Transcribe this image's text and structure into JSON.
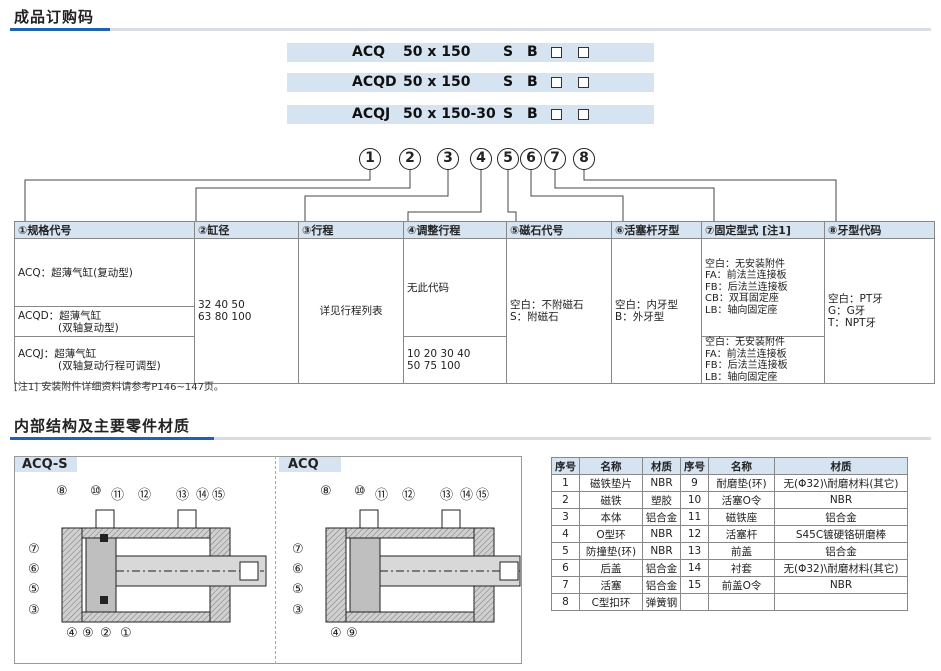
{
  "section1": {
    "title": "成品订购码"
  },
  "codes": [
    {
      "model": "ACQ",
      "size": "50 x 150",
      "s": "S",
      "b": "B"
    },
    {
      "model": "ACQD",
      "size": "50 x 150",
      "s": "S",
      "b": "B"
    },
    {
      "model": "ACQJ",
      "size": "50 x 150-30",
      "s": "S",
      "b": "B"
    }
  ],
  "circle_numbers": [
    "1",
    "2",
    "3",
    "4",
    "5",
    "6",
    "7",
    "8"
  ],
  "spec_table": {
    "headers": [
      "①规格代号",
      "②缸径",
      "③行程",
      "④调整行程",
      "⑤磁石代号",
      "⑥活塞杆牙型",
      "⑦固定型式 [注1]",
      "⑧牙型代码"
    ],
    "model_rows": [
      {
        "code": "ACQ：超薄气缸(复动型)"
      },
      {
        "code": "ACQD：超薄气缸",
        "sub": "(双轴复动型)"
      },
      {
        "code": "ACQJ：超薄气缸",
        "sub": "(双轴复动行程可调型)"
      }
    ],
    "bore_line1": "32 40 50",
    "bore_line2": "63 80 100",
    "stroke": "详见行程列表",
    "adjust_none": "无此代码",
    "adjust_line1": "10 20 30 40",
    "adjust_line2": "50 75 100",
    "magnet_line1": "空白：不附磁石",
    "magnet_line2": "S：附磁石",
    "rod_line1": "空白：内牙型",
    "rod_line2": "B：外牙型",
    "mount_a": [
      "空白：无安装附件",
      "FA：前法兰连接板",
      "FB：后法兰连接板",
      "CB：双耳固定座",
      "LB：轴向固定座"
    ],
    "mount_b": [
      "空白：无安装附件",
      "FA：前法兰连接板",
      "FB：后法兰连接板",
      "LB：轴向固定座"
    ],
    "thread_line1": "空白：PT牙",
    "thread_line2": "G：G牙",
    "thread_line3": "T：NPT牙"
  },
  "note": "[注1] 安装附件详细资料请参考P146~147页。",
  "section2": {
    "title": "内部结构及主要零件材质"
  },
  "diagrams": [
    {
      "title": "ACQ-S",
      "top_labels": [
        "⑧",
        "⑩",
        "⑪",
        "⑫",
        "⑬",
        "⑭",
        "⑮"
      ],
      "left_labels": [
        "⑦",
        "⑥",
        "⑤",
        "③"
      ],
      "bottom_labels": [
        "④",
        "⑨",
        "②",
        "①"
      ]
    },
    {
      "title": "ACQ",
      "top_labels": [
        "⑧",
        "⑩",
        "⑪",
        "⑫",
        "⑬",
        "⑭",
        "⑮"
      ],
      "left_labels": [
        "⑦",
        "⑥",
        "⑤",
        "③"
      ],
      "bottom_labels": [
        "④",
        "⑨"
      ]
    }
  ],
  "material_table": {
    "headers": [
      "序号",
      "名称",
      "材质",
      "序号",
      "名称",
      "材质"
    ],
    "rows": [
      [
        "1",
        "磁铁垫片",
        "NBR",
        "9",
        "耐磨垫(环)",
        "无(Φ32)\\耐磨材料(其它)"
      ],
      [
        "2",
        "磁铁",
        "塑胶",
        "10",
        "活塞O令",
        "NBR"
      ],
      [
        "3",
        "本体",
        "铝合金",
        "11",
        "磁铁座",
        "铝合金"
      ],
      [
        "4",
        "O型环",
        "NBR",
        "12",
        "活塞杆",
        "S45C镀硬铬研磨棒"
      ],
      [
        "5",
        "防撞垫(环)",
        "NBR",
        "13",
        "前盖",
        "铝合金"
      ],
      [
        "6",
        "后盖",
        "铝合金",
        "14",
        "衬套",
        "无(Φ32)\\耐磨材料(其它)"
      ],
      [
        "7",
        "活塞",
        "铝合金",
        "15",
        "前盖O令",
        "NBR"
      ],
      [
        "8",
        "C型扣环",
        "弹簧钢",
        "",
        "",
        ""
      ]
    ]
  }
}
